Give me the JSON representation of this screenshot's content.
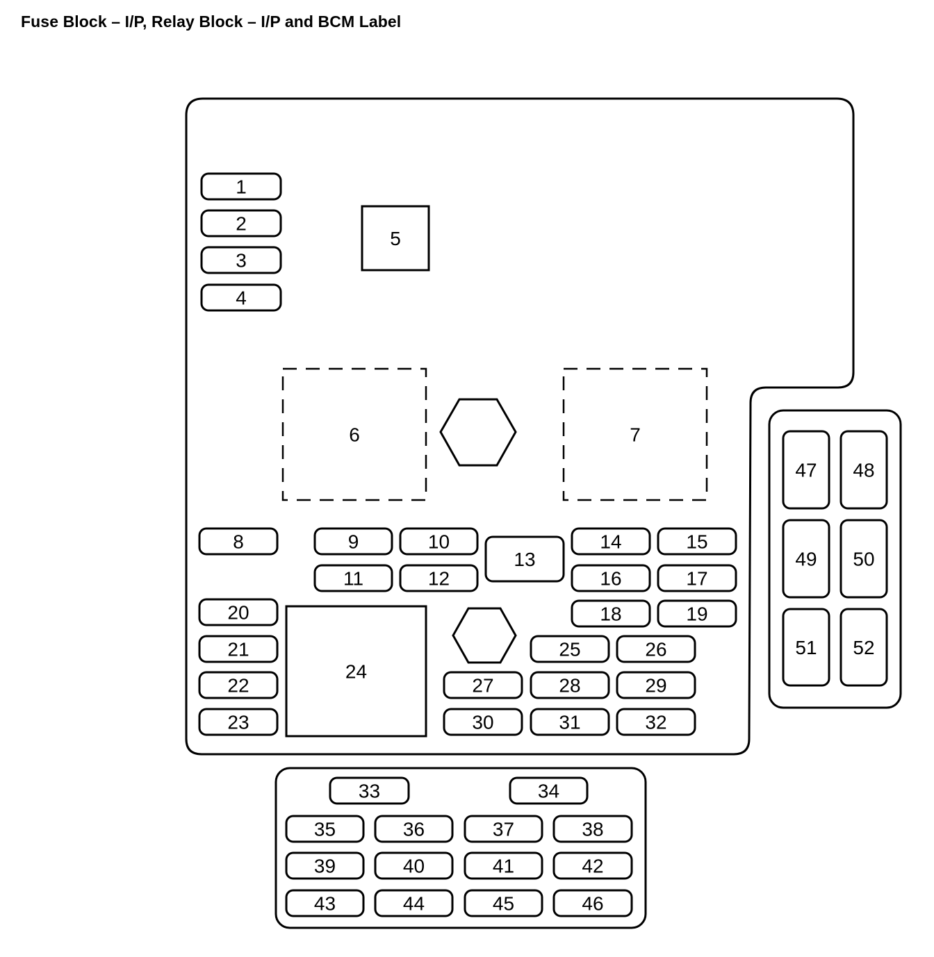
{
  "title": "Fuse Block – I/P, Relay Block – I/P and BCM Label",
  "fuse_labels": [
    "1",
    "2",
    "3",
    "4",
    "5",
    "6",
    "7",
    "8",
    "9",
    "10",
    "11",
    "12",
    "13",
    "14",
    "15",
    "16",
    "17",
    "18",
    "19",
    "20",
    "21",
    "22",
    "23",
    "24",
    "25",
    "26",
    "27",
    "28",
    "29",
    "30",
    "31",
    "32",
    "33",
    "34",
    "35",
    "36",
    "37",
    "38",
    "39",
    "40",
    "41",
    "42",
    "43",
    "44",
    "45",
    "46",
    "47",
    "48",
    "49",
    "50",
    "51",
    "52"
  ]
}
